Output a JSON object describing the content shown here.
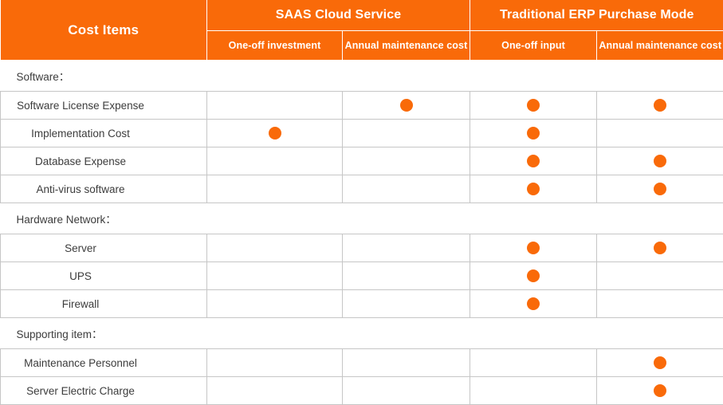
{
  "table": {
    "row_header_label": "Cost Items",
    "column_groups": [
      {
        "label": "SAAS Cloud Service",
        "subcolumns": [
          "One-off investment",
          "Annual maintenance cost"
        ]
      },
      {
        "label": "Traditional ERP Purchase Mode",
        "subcolumns": [
          "One-off input",
          "Annual maintenance cost"
        ]
      }
    ],
    "accent_color": "#F96A09",
    "grid_color": "#c6c6c6",
    "header_text_color": "#ffffff",
    "body_text_color": "#3c3c3c",
    "marker_icon": "filled-dot",
    "sections": [
      {
        "title": "Software：",
        "rows": [
          {
            "label": "Software License Expense",
            "marks": [
              false,
              true,
              true,
              true
            ]
          },
          {
            "label": "Implementation Cost",
            "marks": [
              true,
              false,
              true,
              false
            ]
          },
          {
            "label": "Database Expense",
            "marks": [
              false,
              false,
              true,
              true
            ]
          },
          {
            "label": "Anti-virus software",
            "marks": [
              false,
              false,
              true,
              true
            ]
          }
        ]
      },
      {
        "title": "Hardware Network：",
        "rows": [
          {
            "label": "Server",
            "marks": [
              false,
              false,
              true,
              true
            ]
          },
          {
            "label": "UPS",
            "marks": [
              false,
              false,
              true,
              false
            ]
          },
          {
            "label": "Firewall",
            "marks": [
              false,
              false,
              true,
              false
            ]
          }
        ]
      },
      {
        "title": "Supporting item：",
        "rows": [
          {
            "label": "Maintenance Personnel",
            "marks": [
              false,
              false,
              false,
              true
            ]
          },
          {
            "label": "Server Electric Charge",
            "marks": [
              false,
              false,
              false,
              true
            ]
          }
        ]
      }
    ]
  }
}
